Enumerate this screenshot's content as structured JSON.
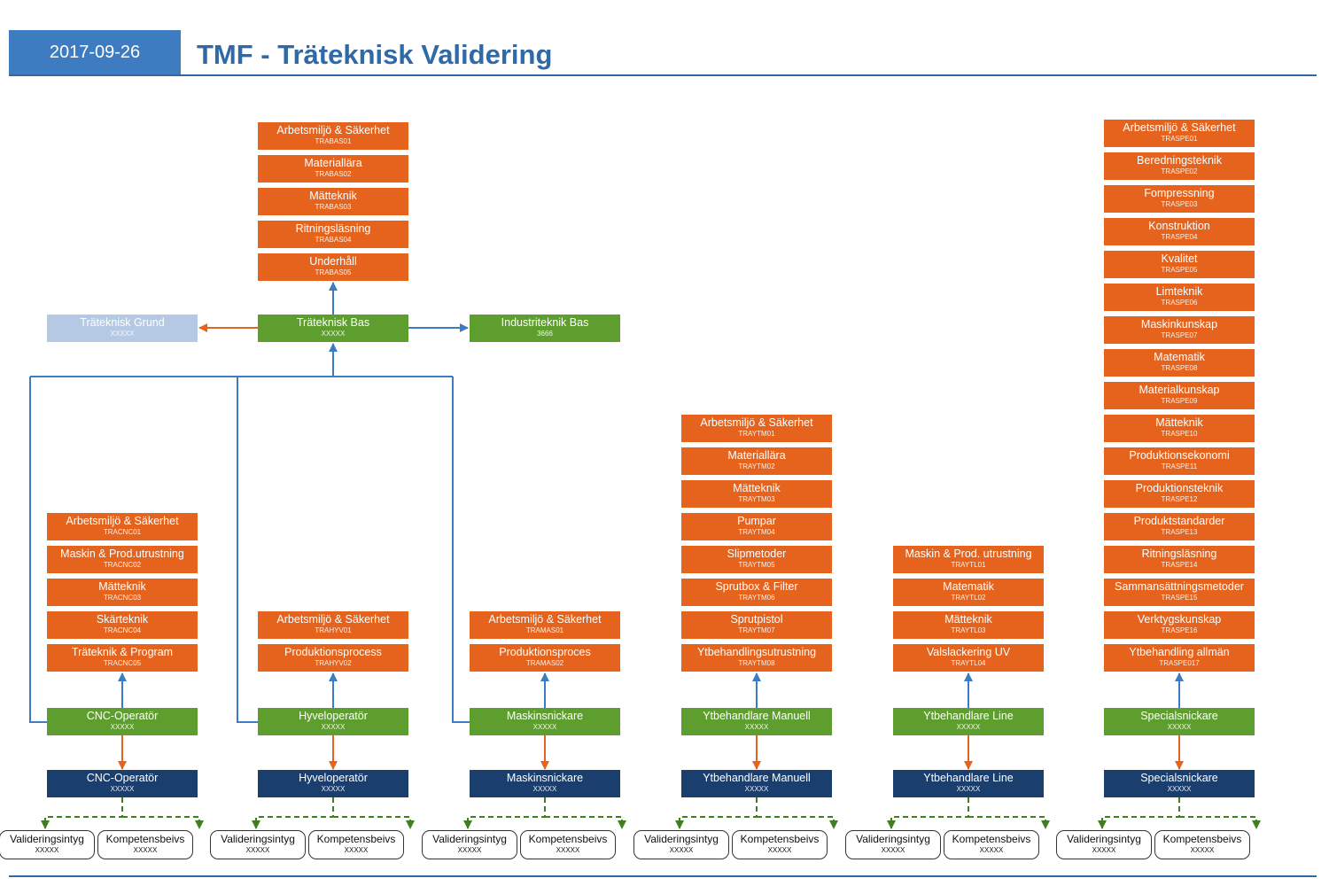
{
  "header": {
    "date": "2017-09-26",
    "title": "TMF - Träteknisk Validering"
  },
  "colors": {
    "module": "#e5631c",
    "profile": "#5e9e2f",
    "certificate": "#1a3f6e",
    "inactive": "#b5c9e4",
    "blue_connector": "#3d7cc0",
    "orange_connector": "#e5631c",
    "green_connector": "#3f7f1f"
  },
  "bas": {
    "modules": [
      {
        "name": "Arbetsmiljö & Säkerhet",
        "code": "TRABAS01"
      },
      {
        "name": "Materiallära",
        "code": "TRABAS02"
      },
      {
        "name": "Mätteknik",
        "code": "TRABAS03"
      },
      {
        "name": "Ritningsläsning",
        "code": "TRABAS04"
      },
      {
        "name": "Underhåll",
        "code": "TRABAS05"
      }
    ],
    "grund": {
      "name": "Träteknisk Grund",
      "code": "XXXXX"
    },
    "main": {
      "name": "Träteknisk Bas",
      "code": "XXXXX"
    },
    "industri": {
      "name": "Industriteknik Bas",
      "code": "3666"
    }
  },
  "columns": [
    {
      "modules": [
        {
          "name": "Arbetsmiljö & Säkerhet",
          "code": "TRACNC01"
        },
        {
          "name": "Maskin & Prod.utrustning",
          "code": "TRACNC02"
        },
        {
          "name": "Mätteknik",
          "code": "TRACNC03"
        },
        {
          "name": "Skärteknik",
          "code": "TRACNC04"
        },
        {
          "name": "Träteknik & Program",
          "code": "TRACNC05"
        }
      ],
      "profile": {
        "name": "CNC-Operatör",
        "code": "XXXXX"
      },
      "certificate": {
        "name": "CNC-Operatör",
        "code": "XXXXX"
      },
      "outputs": [
        {
          "name": "Valideringsintyg",
          "code": "XXXXX"
        },
        {
          "name": "Kompetensbeivs",
          "code": "XXXXX"
        }
      ]
    },
    {
      "modules": [
        {
          "name": "Arbetsmiljö & Säkerhet",
          "code": "TRAHYV01"
        },
        {
          "name": "Produktionsprocess",
          "code": "TRAHYV02"
        }
      ],
      "profile": {
        "name": "Hyveloperatör",
        "code": "XXXXX"
      },
      "certificate": {
        "name": "Hyveloperatör",
        "code": "XXXXX"
      },
      "outputs": [
        {
          "name": "Valideringsintyg",
          "code": "XXXXX"
        },
        {
          "name": "Kompetensbeivs",
          "code": "XXXXX"
        }
      ]
    },
    {
      "modules": [
        {
          "name": "Arbetsmiljö & Säkerhet",
          "code": "TRAMAS01"
        },
        {
          "name": "Produktionsproces",
          "code": "TRAMAS02"
        }
      ],
      "profile": {
        "name": "Maskinsnickare",
        "code": "XXXXX"
      },
      "certificate": {
        "name": "Maskinsnickare",
        "code": "XXXXX"
      },
      "outputs": [
        {
          "name": "Valideringsintyg",
          "code": "XXXXX"
        },
        {
          "name": "Kompetensbeivs",
          "code": "XXXXX"
        }
      ]
    },
    {
      "modules": [
        {
          "name": "Arbetsmiljö & Säkerhet",
          "code": "TRAYTM01"
        },
        {
          "name": "Materiallära",
          "code": "TRAYTM02"
        },
        {
          "name": "Mätteknik",
          "code": "TRAYTM03"
        },
        {
          "name": "Pumpar",
          "code": "TRAYTM04"
        },
        {
          "name": "Slipmetoder",
          "code": "TRAYTM05"
        },
        {
          "name": "Sprutbox & Filter",
          "code": "TRAYTM06"
        },
        {
          "name": "Sprutpistol",
          "code": "TRAYTM07"
        },
        {
          "name": "Ytbehandlingsutrustning",
          "code": "TRAYTM08"
        }
      ],
      "profile": {
        "name": "Ytbehandlare Manuell",
        "code": "XXXXX"
      },
      "certificate": {
        "name": "Ytbehandlare Manuell",
        "code": "XXXXX"
      },
      "outputs": [
        {
          "name": "Valideringsintyg",
          "code": "XXXXX"
        },
        {
          "name": "Kompetensbeivs",
          "code": "XXXXX"
        }
      ]
    },
    {
      "modules": [
        {
          "name": "Maskin & Prod. utrustning",
          "code": "TRAYTL01"
        },
        {
          "name": "Matematik",
          "code": "TRAYTL02"
        },
        {
          "name": "Mätteknik",
          "code": "TRAYTL03"
        },
        {
          "name": "Valslackering UV",
          "code": "TRAYTL04"
        }
      ],
      "profile": {
        "name": "Ytbehandlare Line",
        "code": "XXXXX"
      },
      "certificate": {
        "name": "Ytbehandlare Line",
        "code": "XXXXX"
      },
      "outputs": [
        {
          "name": "Valideringsintyg",
          "code": "XXXXX"
        },
        {
          "name": "Kompetensbeivs",
          "code": "XXXXX"
        }
      ]
    },
    {
      "modules": [
        {
          "name": "Arbetsmiljö & Säkerhet",
          "code": "TRASPE01"
        },
        {
          "name": "Beredningsteknik",
          "code": "TRASPE02"
        },
        {
          "name": "Fompressning",
          "code": "TRASPE03"
        },
        {
          "name": "Konstruktion",
          "code": "TRASPE04"
        },
        {
          "name": "Kvalitet",
          "code": "TRASPE05"
        },
        {
          "name": "Limteknik",
          "code": "TRASPE06"
        },
        {
          "name": "Maskinkunskap",
          "code": "TRASPE07"
        },
        {
          "name": "Matematik",
          "code": "TRASPE08"
        },
        {
          "name": "Materialkunskap",
          "code": "TRASPE09"
        },
        {
          "name": "Mätteknik",
          "code": "TRASPE10"
        },
        {
          "name": "Produktionsekonomi",
          "code": "TRASPE11"
        },
        {
          "name": "Produktionsteknik",
          "code": "TRASPE12"
        },
        {
          "name": "Produktstandarder",
          "code": "TRASPE13"
        },
        {
          "name": "Ritningsläsning",
          "code": "TRASPE14"
        },
        {
          "name": "Sammansättningsmetoder",
          "code": "TRASPE15"
        },
        {
          "name": "Verktygskunskap",
          "code": "TRASPE16"
        },
        {
          "name": "Ytbehandling allmän",
          "code": "TRASPE017"
        }
      ],
      "profile": {
        "name": "Specialsnickare",
        "code": "XXXXX"
      },
      "certificate": {
        "name": "Specialsnickare",
        "code": "XXXXX"
      },
      "outputs": [
        {
          "name": "Valideringsintyg",
          "code": "XXXXX"
        },
        {
          "name": "Kompetensbeivs",
          "code": "XXXXX"
        }
      ]
    }
  ]
}
